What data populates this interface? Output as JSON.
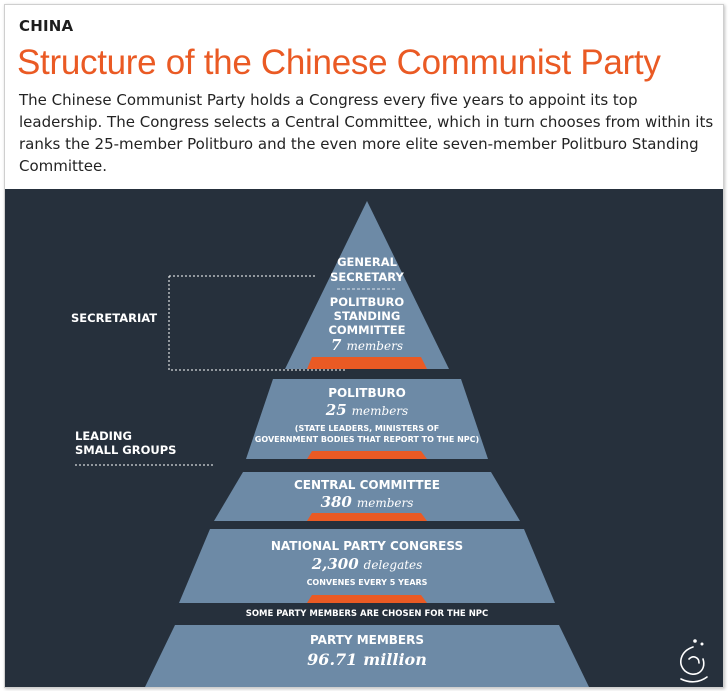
{
  "header": {
    "kicker": "CHINA",
    "title": "Structure of the Chinese Communist Party",
    "description": "The Chinese Communist Party holds a Congress every five years to appoint its top leadership. The Congress selects a Central Committee, which in turn chooses from within its ranks the 25-member Politburo and the even more elite seven-member Politburo Standing Committee."
  },
  "colors": {
    "background": "#26303c",
    "tier": "#6d8aa6",
    "accent": "#ea5a24",
    "text": "#ffffff"
  },
  "pyramid": {
    "apex": {
      "label_line1": "GENERAL",
      "label_line2": "SECRETARY",
      "sub_line1": "POLITBURO",
      "sub_line2": "STANDING",
      "sub_line3": "COMMITTEE",
      "count": "7",
      "unit": "members"
    },
    "politburo": {
      "label": "POLITBURO",
      "count": "25",
      "unit": "members",
      "note_line1": "(STATE LEADERS, MINISTERS OF",
      "note_line2": "GOVERNMENT BODIES THAT REPORT TO THE NPC)"
    },
    "central_committee": {
      "label": "CENTRAL COMMITTEE",
      "count": "380",
      "unit": "members"
    },
    "congress": {
      "label": "NATIONAL PARTY CONGRESS",
      "count": "2,300",
      "unit": "delegates",
      "note": "CONVENES EVERY 5 YEARS"
    },
    "npc_note": "SOME PARTY MEMBERS ARE CHOSEN FOR THE NPC",
    "members": {
      "label": "PARTY MEMBERS",
      "count": "96.71",
      "unit": "million"
    }
  },
  "side_labels": {
    "secretariat": "SECRETARIAT",
    "leading_line1": "LEADING",
    "leading_line2": "SMALL GROUPS"
  },
  "logo_icon": "al-jazeera-logo-icon"
}
